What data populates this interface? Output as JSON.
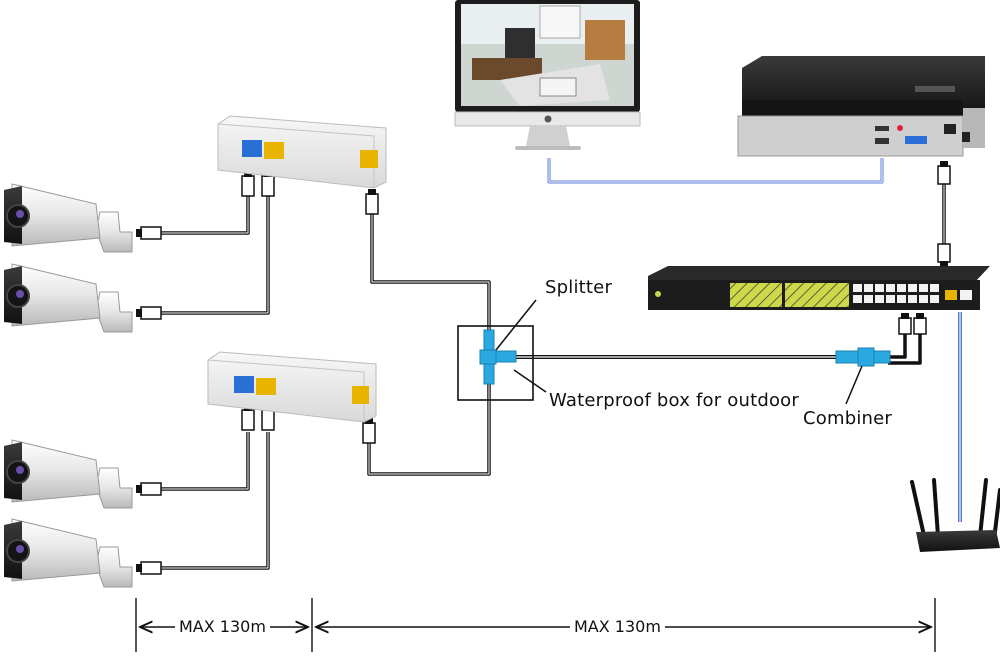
{
  "labels": {
    "splitter": "Splitter",
    "waterproof_box": "Waterproof box for outdoor",
    "combiner": "Combiner"
  },
  "dimensions": {
    "left_span": "MAX 130m",
    "right_span": "MAX  130m"
  },
  "devices": {
    "cameras": [
      "camera",
      "camera",
      "camera",
      "camera"
    ],
    "splitter_boxes": [
      "poe-splitter-box",
      "poe-splitter-box"
    ],
    "monitor": "monitor",
    "nvr": "nvr-recorder",
    "switch": "poe-switch",
    "router": "wifi-router"
  },
  "colors": {
    "cable": "#1a1a1a",
    "video_link": "#5b7fd6",
    "accent_yellow": "#e8b400",
    "port_blue": "#2a6fd6",
    "splitter_blue": "#29a9e0",
    "switch_green": "#c8d64a"
  }
}
